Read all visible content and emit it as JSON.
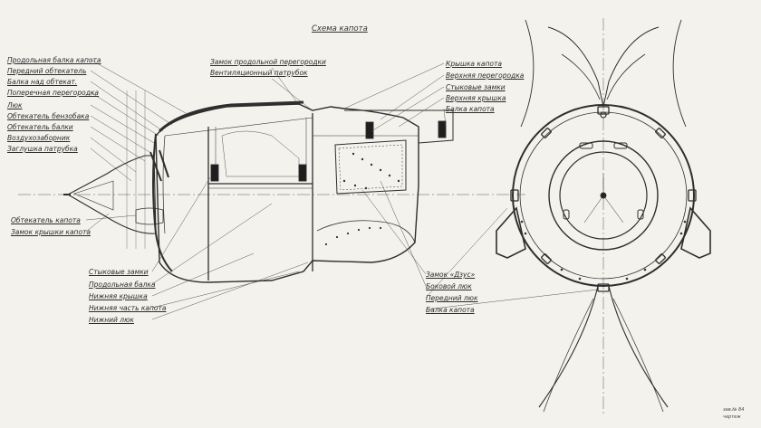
{
  "title": "Схема капота",
  "labels_left": [
    "Продольная балка капота",
    "Передний обтекатель",
    "Балка над обтекат.",
    "Поперечная перегородка",
    "Люк",
    "Обтекатель бензобака",
    "Обтекатель балки",
    "Воздухозаборник",
    "Заглушка патрубка"
  ],
  "labels_left_lower": [
    "Обтекатель капота",
    "Замок крышки капота"
  ],
  "labels_top_center": [
    "Замок продольной перегородки",
    "Вентиляционный патрубок"
  ],
  "labels_right_upper": [
    "Крышка капота",
    "Верхняя перегородка",
    "Стыковые замки",
    "Верхняя крышка",
    "Балка капота"
  ],
  "labels_bottom_left": [
    "Стыковые замки",
    "Продольная балка",
    "Нижняя крышка",
    "Нижняя часть капота",
    "Нижний люк"
  ],
  "labels_bottom_right": [
    "Замок «Дзус»",
    "Боковой люк",
    "Передний люк",
    "Балка капота"
  ],
  "stamp_lines": [
    "зав.№ 84",
    "чертеж"
  ]
}
